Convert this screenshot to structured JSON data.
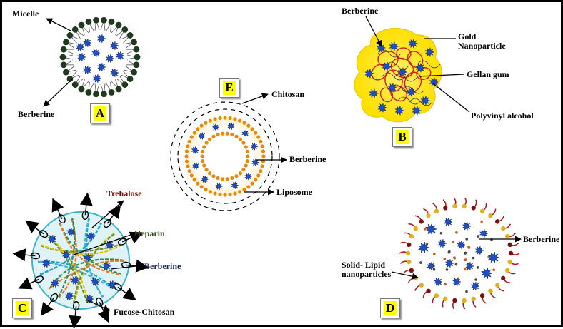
{
  "labels": {
    "micelle": "Micelle",
    "berberine": "Berberine",
    "gold_nanoparticle": "Gold Nanoparticle",
    "gellan_gum": "Gellan gum",
    "polyvinyl_alcohol": "Polyvinyl alcohol",
    "chitosan": "Chitosan",
    "liposome": "Liposome",
    "trehalose": "Trehalose",
    "heparin": "Heparin",
    "fucose_chitosan": "Fucose-Chitosan",
    "solid_lipid": "Solid- Lipid nanoparticles"
  },
  "panels": [
    "A",
    "B",
    "C",
    "D",
    "E"
  ],
  "colors": {
    "drug_blue": "#1e4fc0",
    "micelle_head": "#1f3a1f",
    "gold": "#ffe600",
    "gellan": "#cc2200",
    "lipid_orange": "#e8890c",
    "trehalose_text": "#8b0000",
    "heparin_text": "#2e4a1e",
    "berberine_c_text": "#1b2a5e",
    "highlight": "#ffff00"
  },
  "icons": [
    "berberine-molecule-icon",
    "lipid-head-icon",
    "arrow-icon"
  ]
}
